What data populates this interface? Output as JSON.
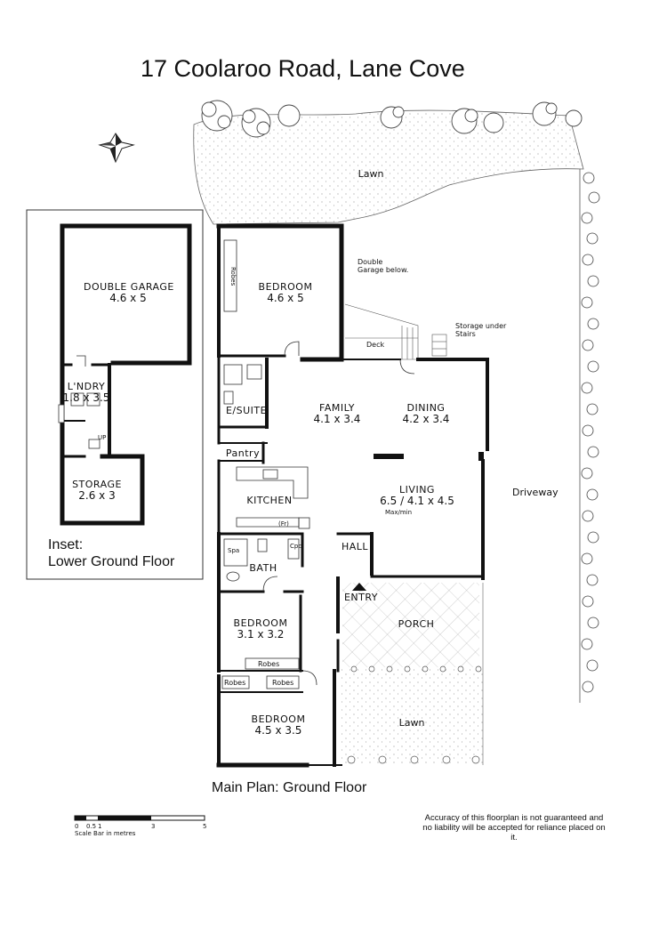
{
  "title": "17 Coolaroo Road, Lane Cove",
  "inset": {
    "heading_line1": "Inset:",
    "heading_line2": "Lower Ground Floor",
    "rooms": {
      "double_garage": {
        "name": "DOUBLE GARAGE",
        "dims": "4.6 x 5"
      },
      "laundry": {
        "name": "L'NDRY",
        "dims": "1.8 x 3.5"
      },
      "storage": {
        "name": "STORAGE",
        "dims": "2.6 x 3"
      }
    },
    "up_label": "UP"
  },
  "main_plan": {
    "caption": "Main Plan: Ground Floor",
    "rooms": {
      "bedroom_top": {
        "name": "BEDROOM",
        "dims": "4.6 x 5"
      },
      "ensuite": {
        "name": "E/SUITE"
      },
      "family": {
        "name": "FAMILY",
        "dims": "4.1 x 3.4"
      },
      "dining": {
        "name": "DINING",
        "dims": "4.2 x 3.4"
      },
      "pantry": {
        "name": "Pantry"
      },
      "kitchen": {
        "name": "KITCHEN",
        "fridge": "(Fr)"
      },
      "living": {
        "name": "LIVING",
        "dims": "6.5 / 4.1 x 4.5",
        "note": "Max/min"
      },
      "bath": {
        "name": "BATH",
        "spa": "Spa",
        "cupboard": "Cpd"
      },
      "hall": {
        "name": "HALL"
      },
      "entry": {
        "name": "ENTRY"
      },
      "porch": {
        "name": "PORCH"
      },
      "bedroom_mid": {
        "name": "BEDROOM",
        "dims": "3.1 x 3.2",
        "robes": "Robes"
      },
      "bedroom_bottom": {
        "name": "BEDROOM",
        "dims": "4.5 x 3.5",
        "robes_left": "Robes",
        "robes_right": "Robes"
      }
    },
    "robes_top": "Robes",
    "deck": "Deck",
    "garage_note": "Double Garage below.",
    "storage_note": "Storage under Stairs",
    "lawn_top": "Lawn",
    "lawn_bottom": "Lawn",
    "driveway": "Driveway"
  },
  "scale": {
    "ticks": [
      "0",
      "0.5",
      "1",
      "3",
      "5"
    ],
    "label": "Scale Bar in metres"
  },
  "disclaimer": "Accuracy of this floorplan is not guaranteed and no liability will be accepted for reliance placed on it.",
  "colors": {
    "walls": "#111111",
    "lines": "#222222",
    "background": "#ffffff"
  },
  "icons": [
    "compass-icon",
    "tree-icon",
    "shrub-icon",
    "entry-arrow-icon"
  ]
}
